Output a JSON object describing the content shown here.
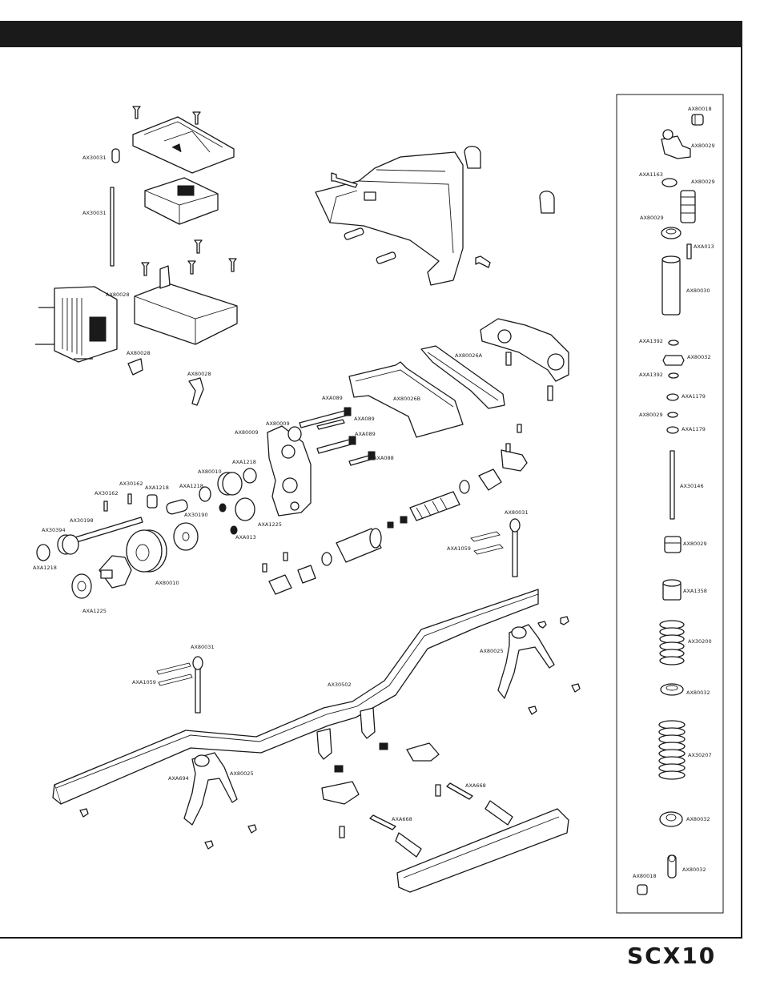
{
  "brand": {
    "logo_text": "SCX10"
  },
  "labels": {
    "l01": "AX30031",
    "l02": "AX30031",
    "l03": "AX80028",
    "l04": "AX80028",
    "l05": "AX80028",
    "l06": "AX80026A",
    "l07": "AX80026B",
    "l08": "AXA089",
    "l09": "AXA089",
    "l10": "AXA089",
    "l11": "AXA088",
    "l12": "AX80009",
    "l13": "AX80009",
    "l14": "AX80010",
    "l15": "AXA1218",
    "l16": "AXA1218",
    "l17": "AXA1218",
    "l18": "AX30162",
    "l19": "AX30162",
    "l20": "AX30198",
    "l21": "AX30394",
    "l22": "AXA1218",
    "l23": "AX30190",
    "l24": "AXA013",
    "l25": "AXA1225",
    "l26": "AX80010",
    "l27": "AXA1225",
    "l28": "AX80031",
    "l29": "AXA1059",
    "l30": "AX80031",
    "l31": "AXA1059",
    "l32": "AX30502",
    "l33": "AX80025",
    "l34": "AXA694",
    "l35": "AX80025",
    "l36": "AXA668",
    "l37": "AXA668"
  },
  "shock_labels": {
    "s01": "AX80018",
    "s02": "AX80029",
    "s03": "AXA1163",
    "s04": "AX80029",
    "s05": "AX80029",
    "s06": "AXA013",
    "s07": "AX80030",
    "s08": "AXA1392",
    "s09": "AX80032",
    "s10": "AXA1392",
    "s11": "AXA1179",
    "s12": "AX80029",
    "s13": "AXA1179",
    "s14": "AX30146",
    "s15": "AX80029",
    "s16": "AXA1358",
    "s17": "AX30200",
    "s18": "AX80032",
    "s19": "AX30207",
    "s20": "AX80032",
    "s21": "AX80018",
    "s22": "AX80032"
  },
  "colors": {
    "ink": "#1a1a1a",
    "paper": "#ffffff"
  }
}
